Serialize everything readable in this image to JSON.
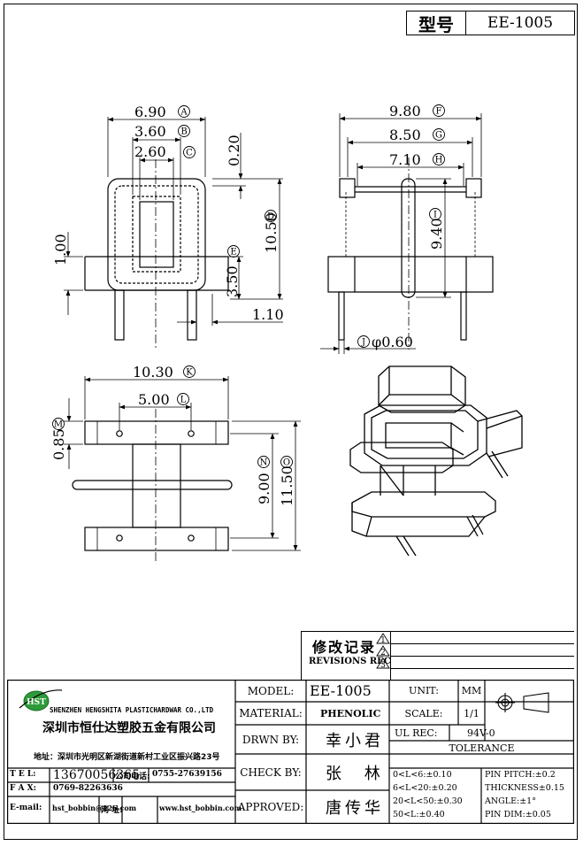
{
  "header": {
    "label": "型号",
    "model": "EE-1005"
  },
  "dims": {
    "A": "6.90",
    "B": "3.60",
    "C": "2.60",
    "top_gap": "0.20",
    "D": "10.50",
    "E": "3.50",
    "left_h": "1.00",
    "pin_off": "1.10",
    "F": "9.80",
    "G": "8.50",
    "H": "7.10",
    "I": "9.40",
    "J": "φ0.60",
    "K": "10.30",
    "L": "5.00",
    "M": "0.85",
    "N": "9.00",
    "O": "11.50"
  },
  "circle_letters": [
    "A",
    "B",
    "C",
    "D",
    "E",
    "F",
    "G",
    "H",
    "I",
    "J",
    "K",
    "L",
    "M",
    "N",
    "O"
  ],
  "revisions": {
    "title_cn": "修改记录",
    "title_en": "REVISIONS REC",
    "marks": [
      "1",
      "2",
      "3"
    ]
  },
  "company": {
    "en": "SHENZHEN HENGSHITA PLASTICHARDWAR CO.,LTD",
    "cn": "深圳市恒仕达塑胶五金有限公司",
    "addr": "地址：深圳市光明区新湖街道新村工业区振兴路23号",
    "logo_text": "HST",
    "tel_label": "T E L:",
    "tel": "13670056365",
    "phone_label": "公司电话:",
    "phone": "0755-27639156",
    "fax_label": "F A X:",
    "fax": "0769-82263636",
    "email_label": "E-mail:",
    "email": "hst_bobbin@126.com",
    "web_label": "网 址:",
    "web": "www.hst_bobbin.com"
  },
  "fields": {
    "model_label": "MODEL:",
    "model": "EE-1005",
    "material_label": "MATERIAL:",
    "material": "PHENOLIC",
    "drawn_label": "DRWN BY:",
    "drawn": "幸小君",
    "check_label": "CHECK BY:",
    "check": "张 林",
    "approved_label": "APPROVED:",
    "approved": "唐传华",
    "unit_label": "UNIT:",
    "unit": "MM",
    "scale_label": "SCALE:",
    "scale": "1/1",
    "ul_label": "UL REC:",
    "ul": "94V-0",
    "tol_title": "TOLERANCE",
    "tol_left": [
      "0<L<6:±0.10",
      "6<L<20:±0.20",
      "20<L<50:±0.30",
      "50<L:±0.40"
    ],
    "tol_right": [
      "PIN PITCH:±0.2",
      "THICKNESS±0.15",
      "ANGLE:±1°",
      "PIN DIM:±0.05"
    ]
  }
}
